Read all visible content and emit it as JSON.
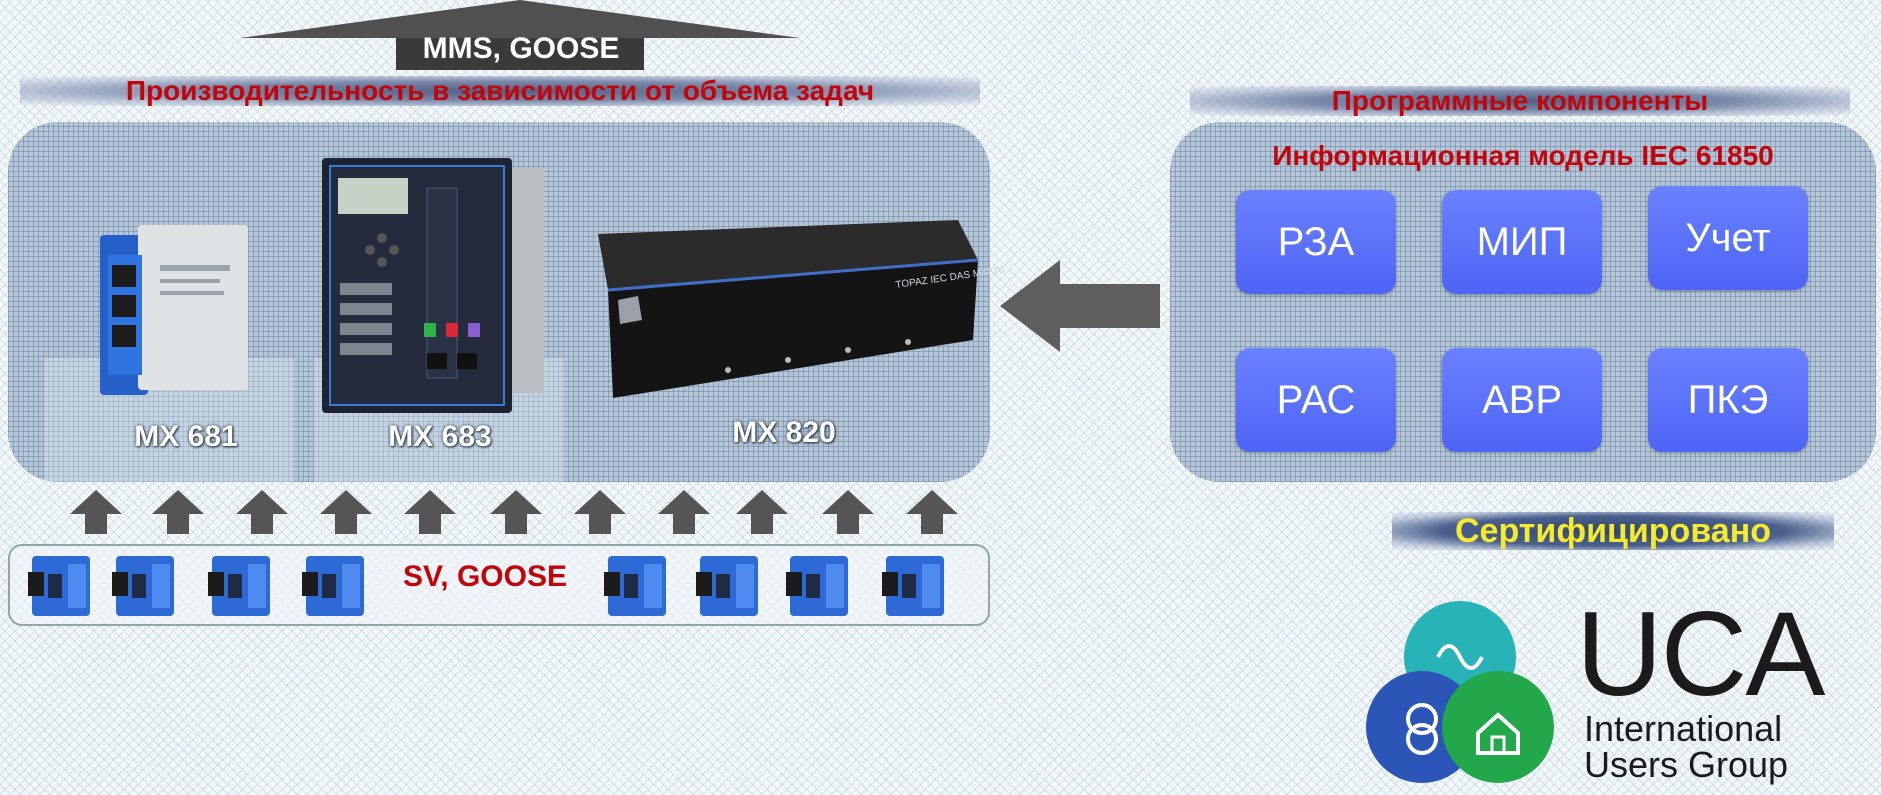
{
  "top_arrow": {
    "label": "MMS, GOOSE"
  },
  "left_banner": {
    "title": "Производительность в зависимости от объема задач"
  },
  "right_banner": {
    "title": "Программные компоненты"
  },
  "devices": [
    {
      "name": "MX 681"
    },
    {
      "name": "MX 683"
    },
    {
      "name": "MX 820",
      "front_text": "TOPAZ IEC DAS MX820"
    }
  ],
  "software": {
    "subtitle": "Информационная модель IEC 61850",
    "modules": [
      "РЗА",
      "МИП",
      "Учет",
      "РАС",
      "АВР",
      "ПКЭ"
    ]
  },
  "bus": {
    "label": "SV, GOOSE"
  },
  "certified": {
    "label": "Сертифицировано"
  },
  "uca_logo": {
    "title": "UCA",
    "line1": "International",
    "line2": "Users Group"
  },
  "colors": {
    "banner_text": "#c3050a",
    "module_fill": "#5a72fb",
    "certified_text": "#f6ea2e",
    "arrow": "#5e5e5e"
  }
}
